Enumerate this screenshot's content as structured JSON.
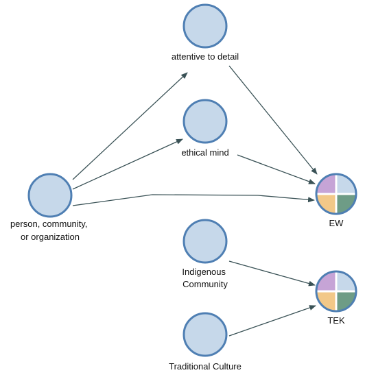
{
  "diagram": {
    "nodes": {
      "person": {
        "label_lines": [
          "person, community,",
          "or organization"
        ]
      },
      "attentive": {
        "label_lines": [
          "attentive to detail"
        ]
      },
      "ethical": {
        "label_lines": [
          "ethical mind"
        ]
      },
      "indigenous": {
        "label_lines": [
          "Indigenous",
          "Community"
        ]
      },
      "traditional": {
        "label_lines": [
          "Traditional Culture"
        ]
      },
      "ew": {
        "label_lines": [
          "EW"
        ]
      },
      "tek": {
        "label_lines": [
          "TEK"
        ]
      }
    },
    "quadrant_colors": {
      "top_left": "#c6a4d6",
      "top_right": "#c6d8ea",
      "bottom_left": "#f2c888",
      "bottom_right": "#6e9c86"
    },
    "colors": {
      "node_fill": "#c6d8ea",
      "node_stroke": "#4f7fb3",
      "edge": "#3a5256"
    },
    "edges": [
      {
        "from": "person",
        "to": "attentive"
      },
      {
        "from": "person",
        "to": "ethical"
      },
      {
        "from": "person",
        "to": "ew"
      },
      {
        "from": "attentive",
        "to": "ew"
      },
      {
        "from": "ethical",
        "to": "ew"
      },
      {
        "from": "indigenous",
        "to": "tek"
      },
      {
        "from": "traditional",
        "to": "tek"
      }
    ]
  }
}
